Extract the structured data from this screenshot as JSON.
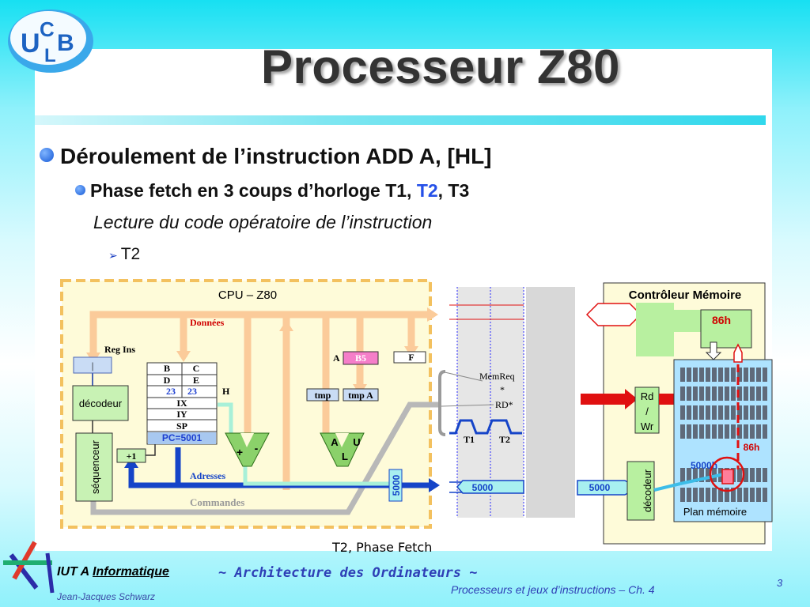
{
  "logo": {
    "text": "UCLB"
  },
  "title": "Processeur Z80",
  "bullets": {
    "l1": "Déroulement de l’instruction ADD A, [HL]",
    "l2_prefix": "Phase fetch en 3 coups d’horloge T1, ",
    "l2_highlight": "T2",
    "l2_suffix": ", T3",
    "l3": "Lecture du code opératoire de l’instruction",
    "l4": "T2"
  },
  "diagram": {
    "cpu": {
      "title": "CPU – Z80",
      "donnees": "Données",
      "reg_ins": "Reg Ins",
      "reg_ins_value": "|",
      "decodeur": "décodeur",
      "sequenceur": "séquenceur",
      "plus_one": "+1",
      "reg_pairs": [
        [
          "B",
          "C"
        ],
        [
          "D",
          "E"
        ],
        [
          "23",
          "23"
        ]
      ],
      "reg_ix": "IX",
      "reg_iy": "IY",
      "reg_sp": "SP",
      "reg_pc": "PC=5001",
      "h_label": "H",
      "a_label": "A",
      "a_value": "B5",
      "f_label": "F",
      "tmp": "tmp",
      "tmp_a": "tmp A",
      "adder_plus": "+",
      "adder_minus": "-",
      "alu_a": "A",
      "alu_u": "U",
      "alu_l": "L",
      "adresses": "Adresses",
      "commandes": "Commandes",
      "addr_value": "5000"
    },
    "timing": {
      "memreq": "MemReq",
      "star": "*",
      "rd": "RD*",
      "t1": "T1",
      "t2": "T2",
      "addr_value": "5000"
    },
    "mem": {
      "title": "Contrôleur Mémoire",
      "value_86h": "86h",
      "rd_wr": [
        "Rd",
        "/",
        "Wr"
      ],
      "addr_in": "5000",
      "decodeur": "décodeur",
      "addr_label": "5000h",
      "cell_value": "86h",
      "plan": "Plan mémoire"
    },
    "colors": {
      "cpu_bg": "#fefbd9",
      "cpu_border": "#f3c15f",
      "bus": "#fbcb9a",
      "cmd_bus": "#b8b8b8",
      "addr_bus": "#1544c8",
      "green": "#b8f0a0",
      "pink": "#f57ec9",
      "grid_bg": "#aee3ff"
    }
  },
  "caption": "T2, Phase Fetch",
  "footer": {
    "iut": "IUT A ",
    "informatique": "Informatique",
    "course": "~ Architecture des Ordinateurs ~",
    "author": "Jean-Jacques Schwarz",
    "chapter": "Processeurs et jeux d’instructions – Ch. 4",
    "page": "3"
  }
}
